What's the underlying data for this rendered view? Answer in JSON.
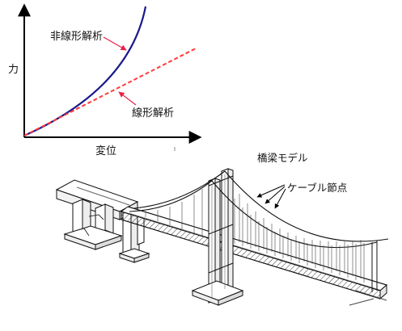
{
  "chart": {
    "ylabel": "力",
    "xlabel": "変位",
    "series": [
      {
        "name": "非線形解析",
        "color": "#1a1a8c",
        "style": "solid"
      },
      {
        "name": "線形解析",
        "color": "#ff3b3b",
        "style": "dashed"
      }
    ],
    "arrow_color": "#e8204a"
  },
  "bridge": {
    "model_label": "橋梁モデル",
    "node_label": "ケーブル節点"
  }
}
